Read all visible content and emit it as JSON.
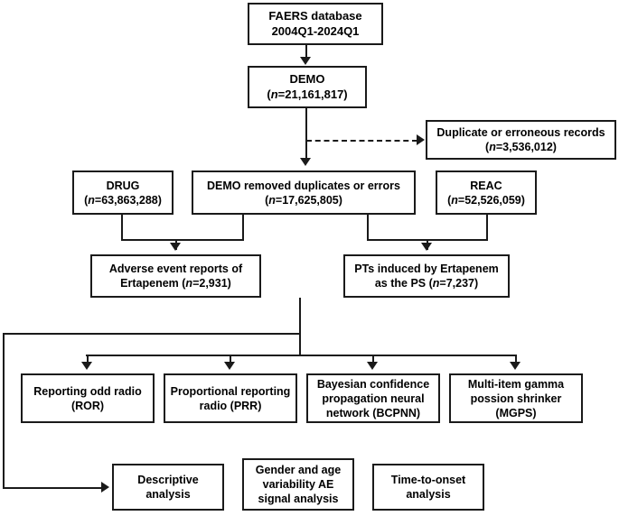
{
  "diagram": {
    "title": "FAERS pharmacovigilance data-mining flowchart",
    "accent_color": "#1a1a1a",
    "background_color": "#ffffff"
  },
  "nodes": {
    "faers": {
      "line1": "FAERS database",
      "line2": "2004Q1-2024Q1"
    },
    "demo": {
      "line1": "DEMO",
      "line2_pre": "(",
      "line2_ital": "n",
      "line2_post": "=21,161,817)"
    },
    "duplicates": {
      "line1": "Duplicate or erroneous records",
      "line2_pre": "(",
      "line2_ital": "n",
      "line2_post": "=3,536,012)"
    },
    "drug": {
      "line1": "DRUG",
      "line2_pre": "(",
      "line2_ital": "n",
      "line2_post": "=63,863,288)"
    },
    "demo_clean": {
      "line1": "DEMO removed duplicates or errors",
      "line2_pre": "(",
      "line2_ital": "n",
      "line2_post": "=17,625,805)"
    },
    "reac": {
      "line1": "REAC",
      "line2_pre": "(",
      "line2_ital": "n",
      "line2_post": "=52,526,059)"
    },
    "adverse_reports": {
      "line1": "Adverse event reports of",
      "line2_pre": "Ertapenem (",
      "line2_ital": "n",
      "line2_post": "=2,931)"
    },
    "pts_induced": {
      "line1": "PTs induced by Ertapenem",
      "line2_pre": "as the PS (",
      "line2_ital": "n",
      "line2_post": "=7,237)"
    },
    "ror": {
      "line1": "Reporting odd radio",
      "line2": "(ROR)"
    },
    "prr": {
      "line1": "Proportional reporting",
      "line2": "radio (PRR)"
    },
    "bcpnn": {
      "line1": "Bayesian confidence",
      "line2": "propagation neural",
      "line3": "network (BCPNN)"
    },
    "mgps": {
      "line1": "Multi-item gamma",
      "line2": "possion shrinker",
      "line3": "(MGPS)"
    },
    "descriptive": {
      "line1": "Descriptive",
      "line2": "analysis"
    },
    "gender_age": {
      "line1": "Gender and age",
      "line2": "variability AE",
      "line3": "signal analysis"
    },
    "time_to_onset": {
      "line1": "Time-to-onset",
      "line2": "analysis"
    }
  },
  "edges": [
    {
      "name": "faers-to-demo",
      "style": "solid"
    },
    {
      "name": "demo-to-duplicates",
      "style": "dashed"
    },
    {
      "name": "demo-to-demo-clean",
      "style": "solid"
    },
    {
      "name": "drug-and-democlean-to-adverse",
      "style": "solid"
    },
    {
      "name": "democlean-and-reac-to-pts",
      "style": "solid"
    },
    {
      "name": "pts-to-signal-bus",
      "style": "solid"
    },
    {
      "name": "bus-to-ror",
      "style": "solid"
    },
    {
      "name": "bus-to-prr",
      "style": "solid"
    },
    {
      "name": "bus-to-bcpnn",
      "style": "solid"
    },
    {
      "name": "bus-to-mgps",
      "style": "solid"
    },
    {
      "name": "bus-to-descriptive",
      "style": "solid"
    }
  ]
}
